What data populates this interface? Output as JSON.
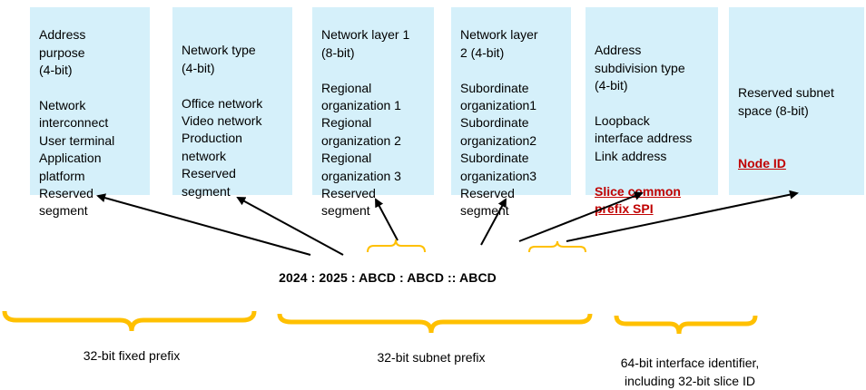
{
  "boxes": [
    {
      "title": "Address purpose (4-bit)",
      "title_lines": "Address\npurpose\n(4-bit)\n\nNetwork\ninterconnect\nUser terminal\nApplication\nplatform\nReserved\nsegment"
    },
    {
      "title_lines": "Network type\n(4-bit)\n\nOffice network\nVideo network\nProduction\nnetwork\nReserved\nsegment"
    },
    {
      "title_lines": "Network layer 1\n(8-bit)\n\nRegional\norganization 1\nRegional\norganization 2\nRegional\norganization 3\nReserved\nsegment"
    },
    {
      "title_lines": "Network layer\n2 (4-bit)\n\nSubordinate\norganization1\nSubordinate\norganization2\nSubordinate\norganization3\nReserved\nsegment"
    },
    {
      "title_lines": "Address\nsubdivision type\n(4-bit)\n\nLoopback\ninterface address\nLink address",
      "highlight": "Slice common\nprefix SPI"
    },
    {
      "title_lines": "Reserved subnet\nspace (8-bit)",
      "highlight": "Node ID"
    }
  ],
  "address": "2024 : 2025 : ABCD : ABCD :: ABCD",
  "captions": {
    "fixed_prefix": "32-bit fixed prefix",
    "subnet_prefix": "32-bit subnet prefix",
    "interface_id": "64-bit interface identifier,\nincluding 32-bit slice ID"
  },
  "colors": {
    "box_fill": "#d5f0fa",
    "brace": "#ffc000",
    "highlight": "#c00000",
    "arrow": "#000000"
  }
}
